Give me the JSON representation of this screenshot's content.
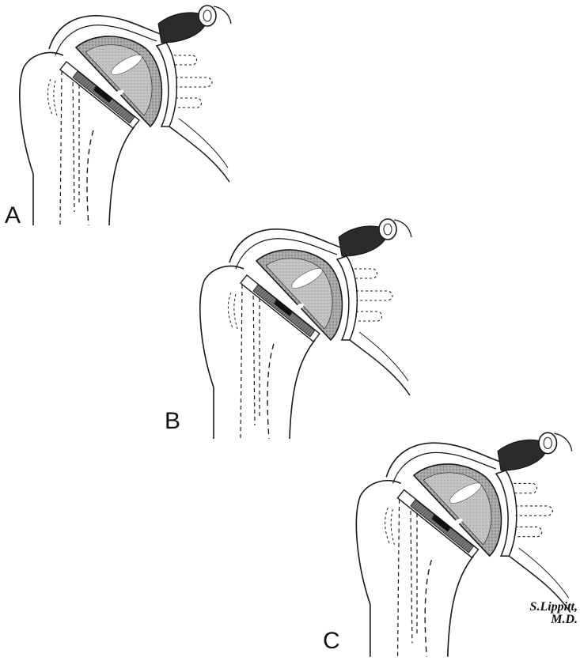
{
  "figure": {
    "panels": [
      {
        "label": "A",
        "variant": "head-high-humerus-small"
      },
      {
        "label": "B",
        "variant": "standard"
      },
      {
        "label": "C",
        "variant": "head-large-overstuffed"
      }
    ],
    "signature": {
      "line1": "S.Lippitt,",
      "line2": "M.D."
    },
    "colors": {
      "ink": "#1a1a1a",
      "head_fill": "#9a9a9a",
      "head_inner": "#bdbdbd",
      "muscle": "#2b2b2b",
      "highlight": "#ffffff"
    }
  }
}
